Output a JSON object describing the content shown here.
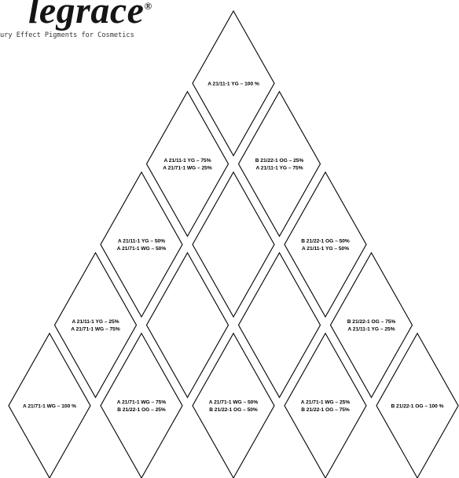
{
  "logo": {
    "wordmark": "legrace",
    "registered": "®",
    "tagline": "ury Effect Pigments for Cosmetics"
  },
  "rows": [
    {
      "cells": [
        {
          "lines": [
            "A 21/11-1 YG – 100 %"
          ]
        }
      ]
    },
    {
      "cells": [
        {
          "lines": [
            "A 21/11-1 YG – 75%",
            "A 21/71-1 WG – 25%"
          ]
        },
        {
          "lines": [
            "B 21/22-1 OG – 25%",
            "A 21/11-1 YG – 75%"
          ]
        }
      ]
    },
    {
      "cells": [
        {
          "lines": [
            "A 21/11-1 YG – 50%",
            "A 21/71-1 WG – 50%"
          ]
        },
        {
          "lines": []
        },
        {
          "lines": [
            "B 21/22-1 OG – 50%",
            "A 21/11-1 YG – 50%"
          ]
        }
      ]
    },
    {
      "cells": [
        {
          "lines": [
            "A 21/11-1 YG – 25%",
            "A 21/71-1 WG – 75%"
          ]
        },
        {
          "lines": []
        },
        {
          "lines": []
        },
        {
          "lines": [
            "B 21/22-1 OG – 75%",
            "A 21/11-1 YG – 25%"
          ]
        }
      ]
    },
    {
      "cells": [
        {
          "lines": [
            "A 21/71-1 WG – 100 %"
          ]
        },
        {
          "lines": [
            "A 21/71-1 WG – 75%",
            "B 21/22-1 OG – 25%"
          ]
        },
        {
          "lines": [
            "A 21/71-1 WG – 50%",
            "B 21/22-1 OG – 50%"
          ]
        },
        {
          "lines": [
            "A 21/71-1 WG – 25%",
            "B 21/22-1 OG – 75%"
          ]
        },
        {
          "lines": [
            "B 21/22-1 OG – 100 %"
          ]
        }
      ]
    }
  ]
}
